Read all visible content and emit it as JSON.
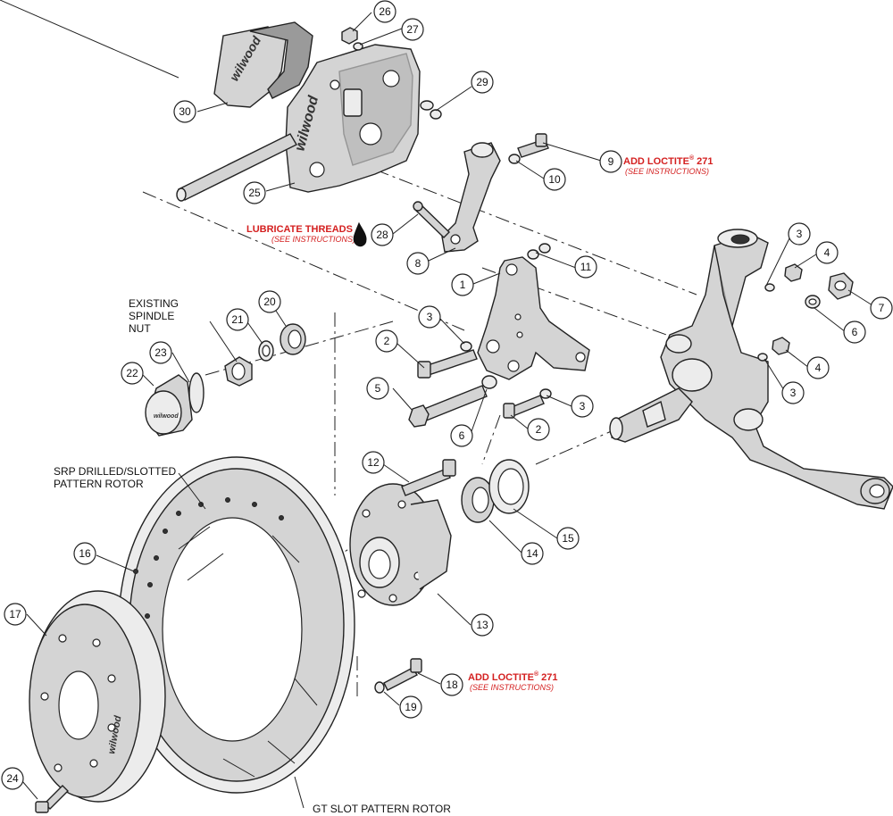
{
  "callouts": [
    {
      "id": "c26",
      "num": "26"
    },
    {
      "id": "c27",
      "num": "27"
    },
    {
      "id": "c29",
      "num": "29"
    },
    {
      "id": "c30",
      "num": "30"
    },
    {
      "id": "c25",
      "num": "25"
    },
    {
      "id": "c9",
      "num": "9"
    },
    {
      "id": "c10",
      "num": "10"
    },
    {
      "id": "c28",
      "num": "28"
    },
    {
      "id": "c8",
      "num": "8"
    },
    {
      "id": "c11",
      "num": "11"
    },
    {
      "id": "c1",
      "num": "1"
    },
    {
      "id": "c3a",
      "num": "3"
    },
    {
      "id": "c4a",
      "num": "4"
    },
    {
      "id": "c7",
      "num": "7"
    },
    {
      "id": "c6a",
      "num": "6"
    },
    {
      "id": "c4b",
      "num": "4"
    },
    {
      "id": "c3b",
      "num": "3"
    },
    {
      "id": "c3c",
      "num": "3"
    },
    {
      "id": "c2a",
      "num": "2"
    },
    {
      "id": "c5",
      "num": "5"
    },
    {
      "id": "c6b",
      "num": "6"
    },
    {
      "id": "c2b",
      "num": "2"
    },
    {
      "id": "c3d",
      "num": "3"
    },
    {
      "id": "c20",
      "num": "20"
    },
    {
      "id": "c21",
      "num": "21"
    },
    {
      "id": "c23",
      "num": "23"
    },
    {
      "id": "c22",
      "num": "22"
    },
    {
      "id": "c12",
      "num": "12"
    },
    {
      "id": "c15",
      "num": "15"
    },
    {
      "id": "c14",
      "num": "14"
    },
    {
      "id": "c16",
      "num": "16"
    },
    {
      "id": "c13",
      "num": "13"
    },
    {
      "id": "c17",
      "num": "17"
    },
    {
      "id": "c18",
      "num": "18"
    },
    {
      "id": "c19",
      "num": "19"
    },
    {
      "id": "c24",
      "num": "24"
    }
  ],
  "labels": {
    "existing_spindle_nut": [
      "EXISTING",
      "SPINDLE",
      "NUT"
    ],
    "srp_rotor": [
      "SRP DRILLED/SLOTTED",
      "PATTERN ROTOR"
    ],
    "gt_rotor": "GT SLOT PATTERN ROTOR"
  },
  "notes": {
    "loctite_top": {
      "main": "ADD LOCTITE",
      "sup": "®",
      "num": " 271",
      "sub": "(SEE INSTRUCTIONS)"
    },
    "loctite_bottom": {
      "main": "ADD LOCTITE",
      "sup": "®",
      "num": " 271",
      "sub": "(SEE INSTRUCTIONS)"
    },
    "lubricate": {
      "main": "LUBRICATE THREADS",
      "sub": "(SEE INSTRUCTIONS)"
    }
  },
  "brand": {
    "caliper_logo": "wilwood",
    "pad_logo": "wilwood",
    "hat_logo": "wilwood",
    "cap_logo": "wilwood"
  },
  "colors": {
    "note": "#d42020",
    "line": "#222222",
    "part": "#d4d4d4"
  }
}
